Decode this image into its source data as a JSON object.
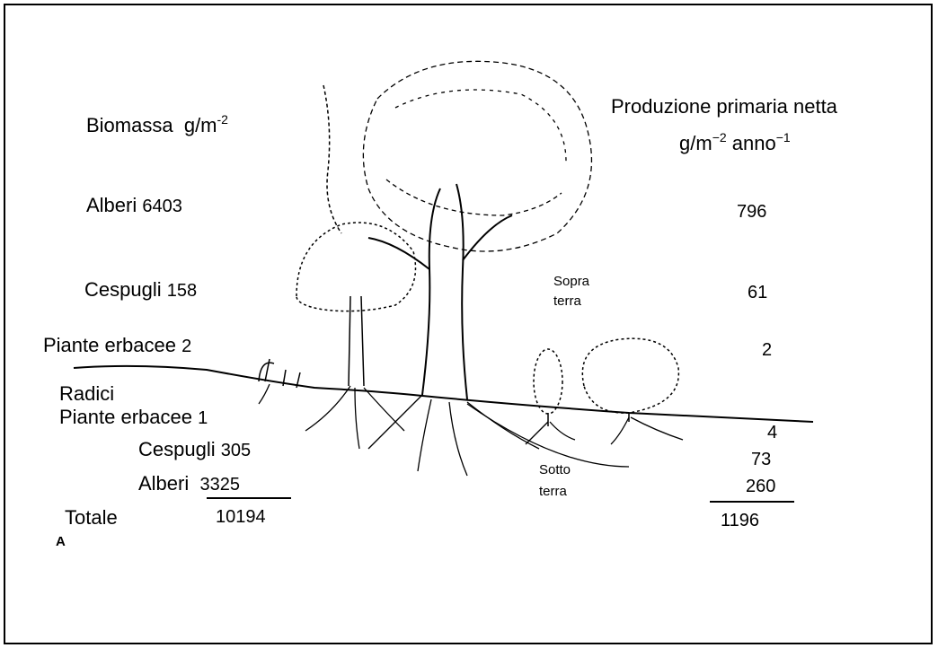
{
  "left": {
    "title": "Biomassa",
    "unit_base": "g/m",
    "unit_exp": "-2",
    "above": [
      {
        "label": "Alberi",
        "value": "6403"
      },
      {
        "label": "Cespugli",
        "value": "158"
      },
      {
        "label": "Piante erbacee",
        "value": "2"
      }
    ],
    "roots_header": "Radici",
    "below": [
      {
        "label": "Piante erbacee",
        "value": "1"
      },
      {
        "label": "Cespugli",
        "value": "305"
      },
      {
        "label": "Alberi",
        "value": "3325"
      }
    ],
    "total_label": "Totale",
    "total_value": "10194"
  },
  "right": {
    "title": "Produzione primaria netta",
    "unit_base": "g/m",
    "unit_exp1": "−2",
    "unit_mid": "anno",
    "unit_exp2": "−1",
    "above_values": [
      "796",
      "61",
      "2"
    ],
    "below_values": [
      "4",
      "73",
      "260"
    ],
    "total_value": "1196"
  },
  "middle": {
    "sopra": [
      "Sopra",
      "terra"
    ],
    "sotto": [
      "Sotto",
      "terra"
    ]
  },
  "panel_letter": "A"
}
